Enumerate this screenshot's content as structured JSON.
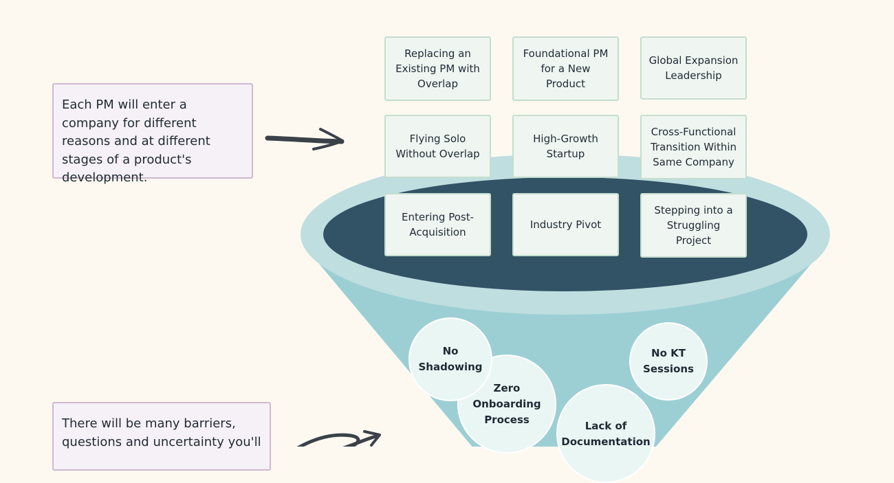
{
  "notes": {
    "top": "Each PM will enter a company for different reasons and at different stages of a product's development.",
    "bottom": "There will be many barriers, questions and uncertainty you'll"
  },
  "cards": [
    {
      "id": "replacing",
      "text": "Replacing an Existing PM with Overlap"
    },
    {
      "id": "foundational",
      "text": "Foundational PM for a New Product"
    },
    {
      "id": "global",
      "text": "Global Expansion Leadership"
    },
    {
      "id": "flying-solo",
      "text": "Flying Solo Without Overlap"
    },
    {
      "id": "high-growth",
      "text": "High-Growth Startup"
    },
    {
      "id": "cross-functional",
      "text": "Cross-Functional Transition Within Same Company"
    },
    {
      "id": "post-acquisition",
      "text": "Entering Post-Acquisition"
    },
    {
      "id": "industry-pivot",
      "text": "Industry Pivot"
    },
    {
      "id": "struggling",
      "text": "Stepping into a Struggling Project"
    }
  ],
  "barriers": [
    {
      "id": "no-shadowing",
      "text": "No Shadowing"
    },
    {
      "id": "zero-onboarding",
      "text": "Zero Onboarding Process"
    },
    {
      "id": "no-kt",
      "text": "No KT Sessions"
    },
    {
      "id": "lack-docs",
      "text": "Lack of Documentation"
    }
  ],
  "colors": {
    "background": "#fdf9f1",
    "funnel_body": "#9ccfd4",
    "funnel_rim": "#bfdee0",
    "funnel_mouth": "#325265",
    "card_fill": "#eff5f1",
    "card_border": "#c4dece",
    "note_fill": "#f6f1f6",
    "note_border": "#cfb8d0",
    "bubble_fill": "#eaf6f4",
    "arrow": "#3a4149"
  },
  "icons": [
    "hand-drawn-arrow",
    "curly-arrow"
  ]
}
